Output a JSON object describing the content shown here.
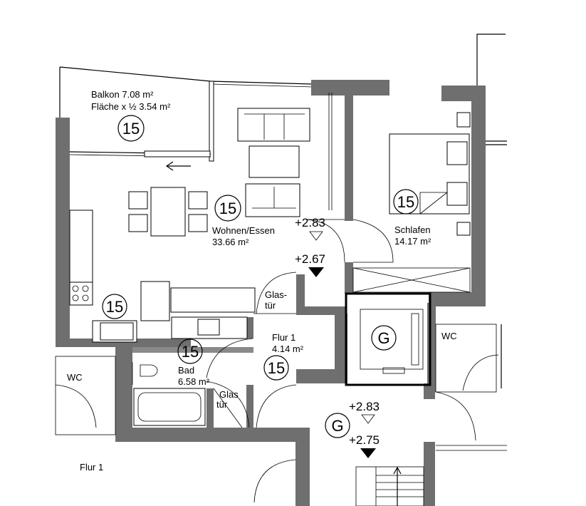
{
  "balcony": {
    "line1": "Balkon 7.08 m²",
    "line2": "Fläche x ½ 3.54 m²",
    "unit": "15"
  },
  "living": {
    "name": "Wohnen/Essen",
    "area": "33.66 m²",
    "unit": "15"
  },
  "bedroom": {
    "name": "Schlafen",
    "area": "14.17 m²",
    "unit": "15"
  },
  "kitchen": {
    "unit": "15"
  },
  "bath": {
    "name": "Bad",
    "area": "6.58 m²",
    "unit": "15"
  },
  "hall": {
    "name": "Flur 1",
    "area": "4.14 m²",
    "unit": "15"
  },
  "glass_door_1": {
    "line1": "Glas-",
    "line2": "tür"
  },
  "glass_door_2": {
    "line1": "Glas",
    "line2": "tür"
  },
  "wc_left": "WC",
  "wc_right": "WC",
  "hall_outside": "Flur 1",
  "elevator": "G",
  "stair": "G",
  "levels": {
    "living_upper": "+2.83",
    "living_lower": "+2.67",
    "stair_upper": "+2.83",
    "stair_lower": "+2.75"
  }
}
